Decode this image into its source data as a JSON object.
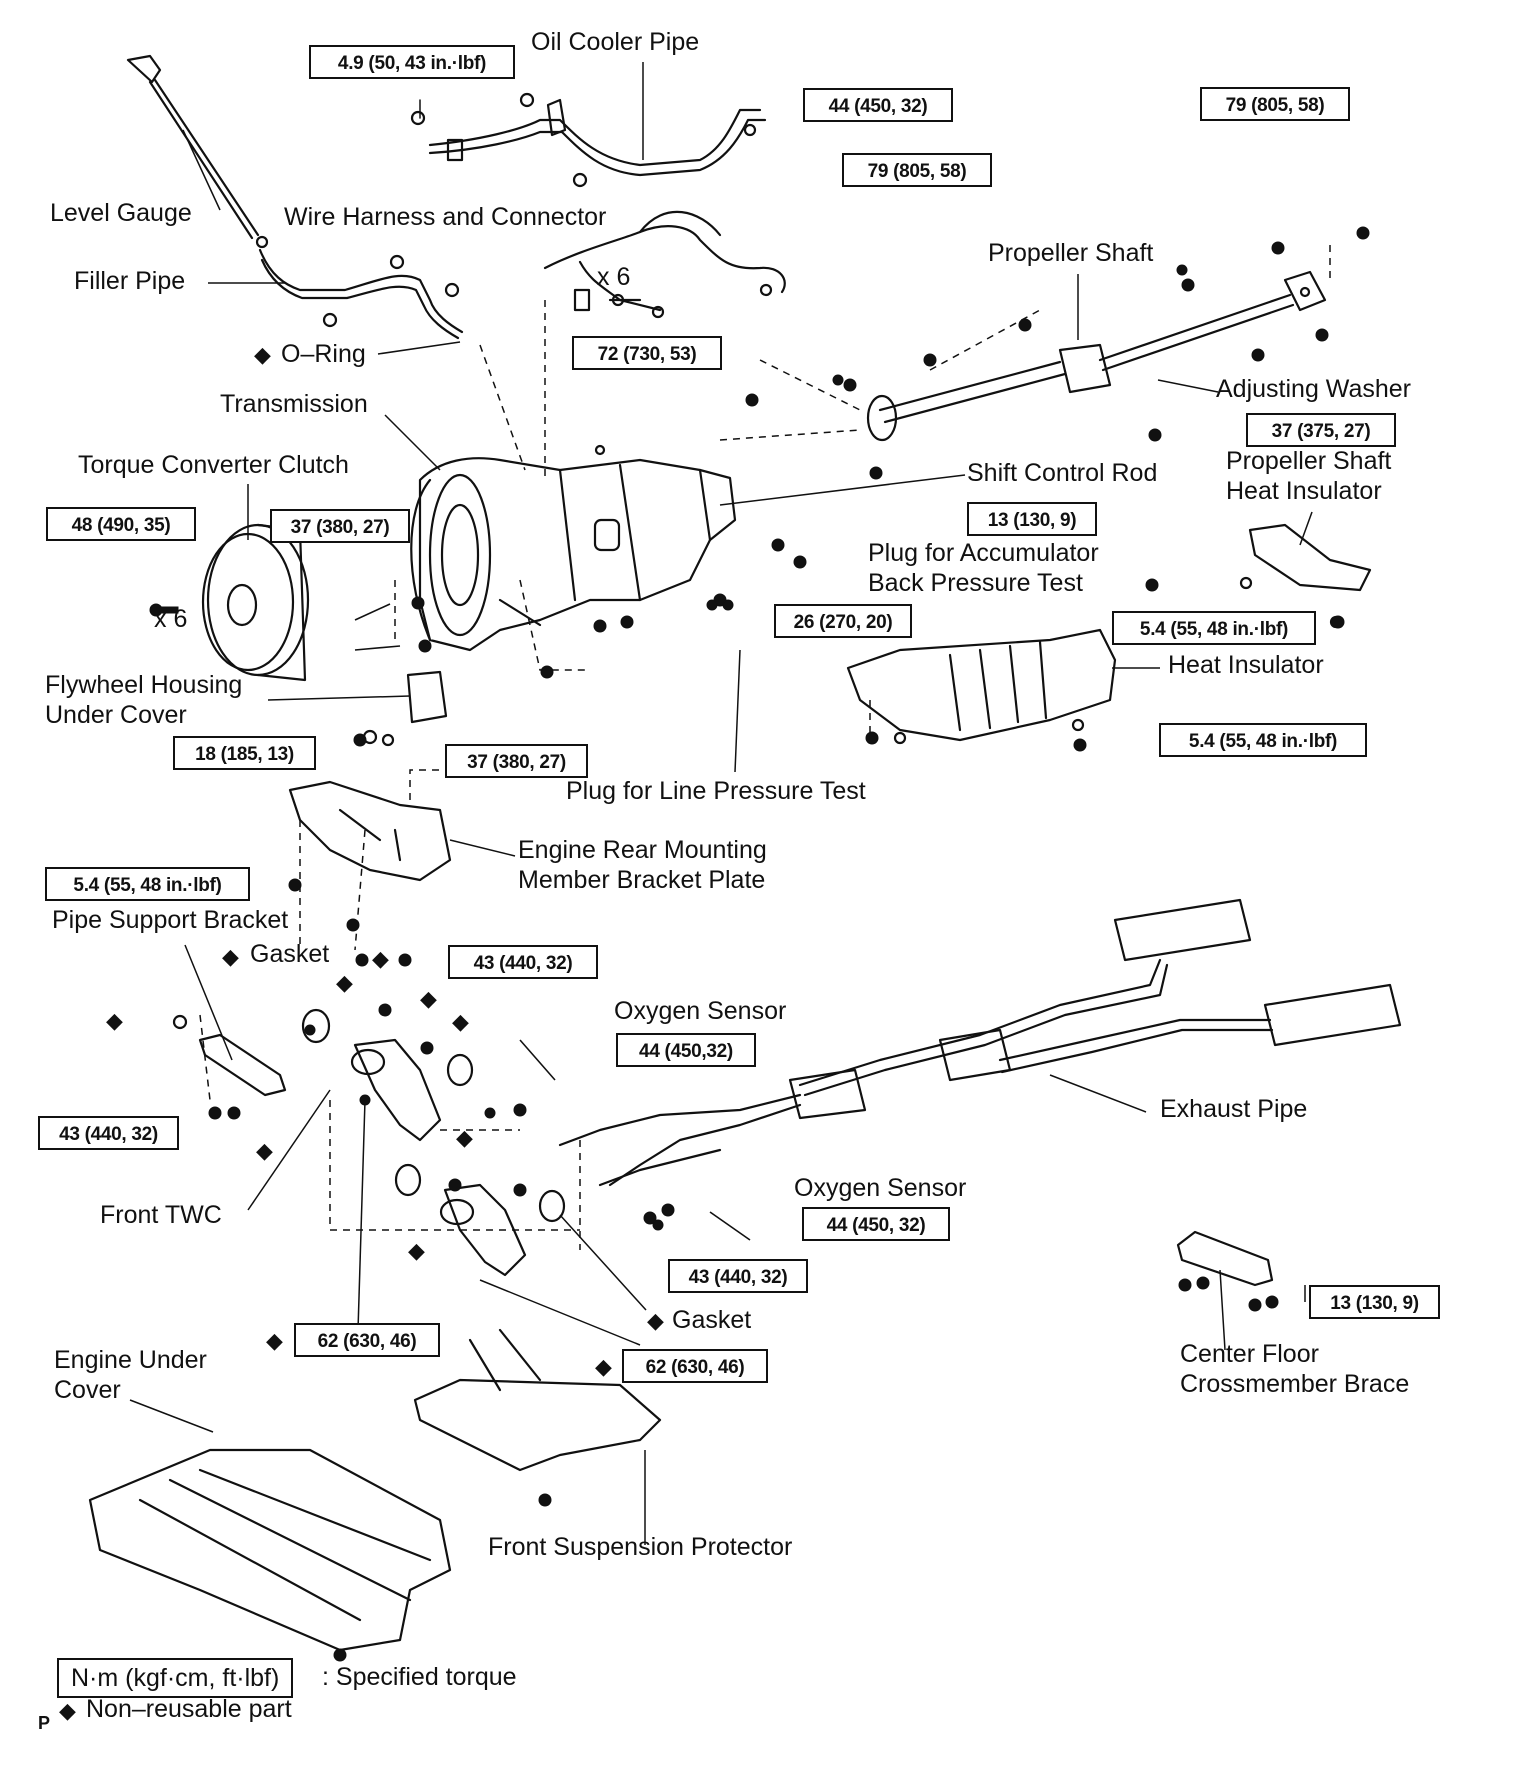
{
  "labels": {
    "oil_cooler_pipe": "Oil Cooler Pipe",
    "level_gauge": "Level Gauge",
    "wire_harness": "Wire Harness and Connector",
    "filler_pipe": "Filler Pipe",
    "o_ring": "O–Ring",
    "transmission": "Transmission",
    "torque_converter": "Torque Converter Clutch",
    "x6_converter": "x 6",
    "x6_harness": "x 6",
    "propeller_shaft": "Propeller Shaft",
    "adjusting_washer": "Adjusting Washer",
    "shift_control_rod": "Shift Control Rod",
    "propeller_shaft_heat_insulator": "Propeller Shaft\nHeat Insulator",
    "plug_accumulator": "Plug for Accumulator\nBack Pressure Test",
    "heat_insulator": "Heat Insulator",
    "flywheel_housing": "Flywheel Housing\nUnder Cover",
    "plug_line_pressure": "Plug for Line Pressure Test",
    "engine_rear_mounting": "Engine Rear Mounting\nMember Bracket Plate",
    "pipe_support_bracket": "Pipe Support Bracket",
    "gasket_top": "Gasket",
    "oxygen_sensor_1": "Oxygen Sensor",
    "exhaust_pipe": "Exhaust Pipe",
    "oxygen_sensor_2": "Oxygen Sensor",
    "front_twc": "Front TWC",
    "gasket_bottom": "Gasket",
    "center_floor_brace": "Center Floor\nCrossmember Brace",
    "engine_under_cover": "Engine Under\nCover",
    "front_suspension_protector": "Front Suspension Protector"
  },
  "torques": {
    "t_oil_cooler_small": "4.9 (50, 43 in.·lbf)",
    "t_oil_cooler_pipe": "44 (450, 32)",
    "t_prop_right": "79 (805, 58)",
    "t_prop_center": "79 (805, 58)",
    "t_harness": "72 (730, 53)",
    "t_adjusting": "37 (375, 27)",
    "t_converter": "48 (490, 35)",
    "t_trans_left": "37 (380, 27)",
    "t_shift_rod": "13 (130, 9)",
    "t_plug": "26 (270, 20)",
    "t_prop_insulator": "5.4 (55, 48 in.·lbf)",
    "t_heat_insulator": "5.4 (55, 48 in.·lbf)",
    "t_flywheel": "18 (185, 13)",
    "t_trans_bottom": "37 (380, 27)",
    "t_rear_mount": "5.4 (55, 48 in.·lbf)",
    "t_o2_stud": "43 (440, 32)",
    "t_o2_sensor_1": "44 (450,32)",
    "t_bracket": "43 (440, 32)",
    "t_o2_sensor_2": "44 (450, 32)",
    "t_exhaust_lower": "43 (440, 32)",
    "t_brace": "13 (130, 9)",
    "t_twc_1": "62 (630, 46)",
    "t_twc_2": "62 (630, 46)"
  },
  "legend": {
    "unit_box": "N·m (kgf·cm, ft·lbf)",
    "specified_torque": ": Specified torque",
    "non_reusable": "Non–reusable part",
    "marker": "P",
    "diamond": "◆"
  }
}
